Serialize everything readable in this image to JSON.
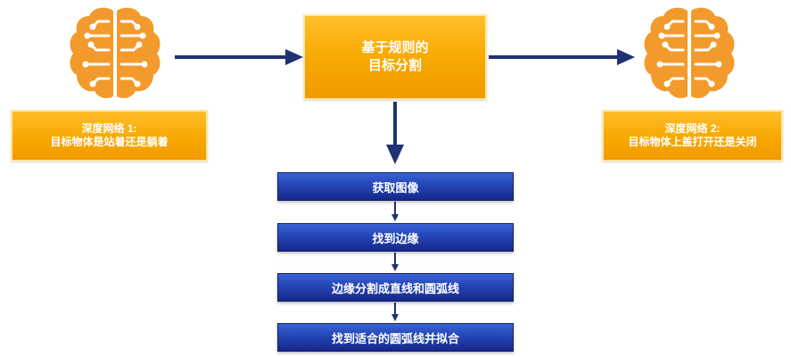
{
  "colors": {
    "brain_orange": "#f39a2c",
    "box_orange": "#f7a800",
    "step_blue": "#2446b4",
    "arrow_navy": "#1f3272"
  },
  "icons": {
    "left_brain": "brain-circuit-icon",
    "right_brain": "brain-circuit-icon"
  },
  "center_box": {
    "line1": "基于规则的",
    "line2": "目标分割"
  },
  "left_box": {
    "line1": "深度网络 1:",
    "line2": "目标物体是站着还是躺着"
  },
  "right_box": {
    "line1": "深度网络 2:",
    "line2": "目标物体上盖打开还是关闭"
  },
  "steps": [
    {
      "label": "获取图像"
    },
    {
      "label": "找到边缘"
    },
    {
      "label": "边缘分割成直线和圆弧线"
    },
    {
      "label": "找到适合的圆弧线并拟合"
    }
  ]
}
